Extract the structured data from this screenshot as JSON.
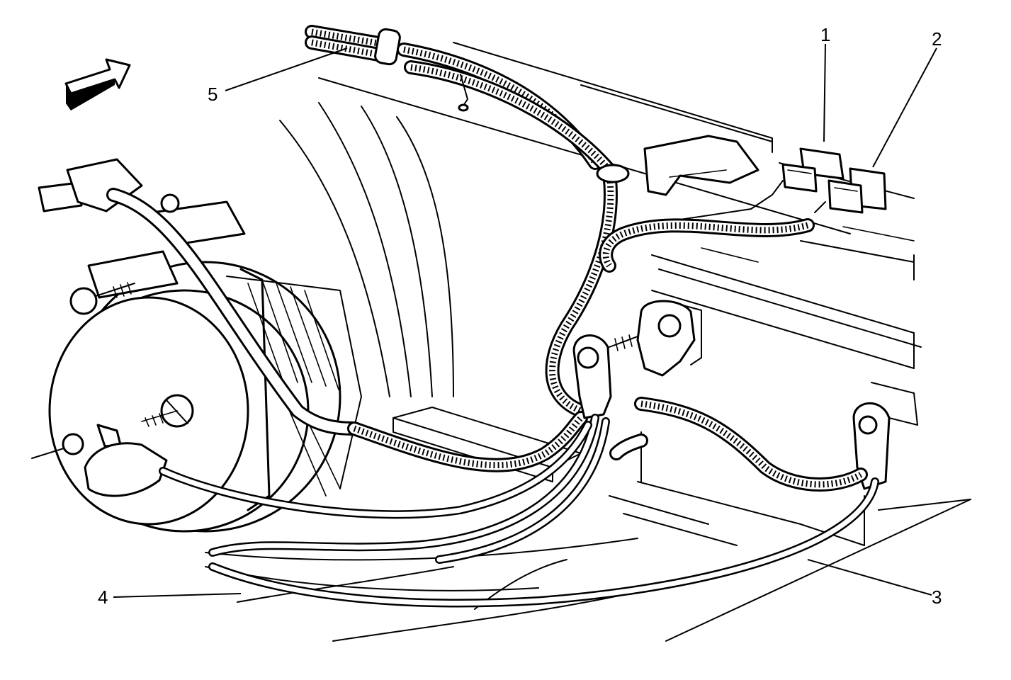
{
  "callouts": [
    {
      "id": "1",
      "label": "1"
    },
    {
      "id": "2",
      "label": "2"
    },
    {
      "id": "3",
      "label": "3"
    },
    {
      "id": "4",
      "label": "4"
    },
    {
      "id": "5",
      "label": "5"
    }
  ],
  "icons": {
    "direction_arrow": "direction-arrow-icon"
  }
}
